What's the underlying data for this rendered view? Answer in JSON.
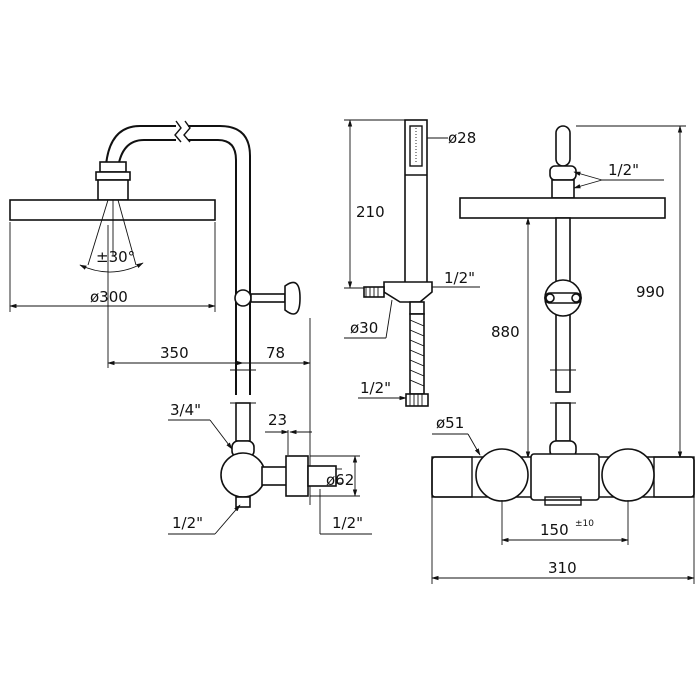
{
  "labels": {
    "head_diameter": "ø300",
    "tilt_angle": "±30°",
    "arm_reach": "350",
    "wall_offset": "78",
    "inlet_size": "3/4\"",
    "body_depth": "23",
    "body_diameter": "ø62",
    "outlet_left": "1/2\"",
    "outlet_right": "1/2\"",
    "handle_length": "210",
    "handle_diameter": "ø28",
    "holder_thread": "1/2\"",
    "holder_diameter": "ø30",
    "hose_thread": "1/2\"",
    "overall_height": "990",
    "riser_height": "880",
    "top_thread": "1/2\"",
    "knob_diameter": "ø51",
    "center_distance": "150",
    "center_tolerance": "±10",
    "total_width": "310"
  }
}
